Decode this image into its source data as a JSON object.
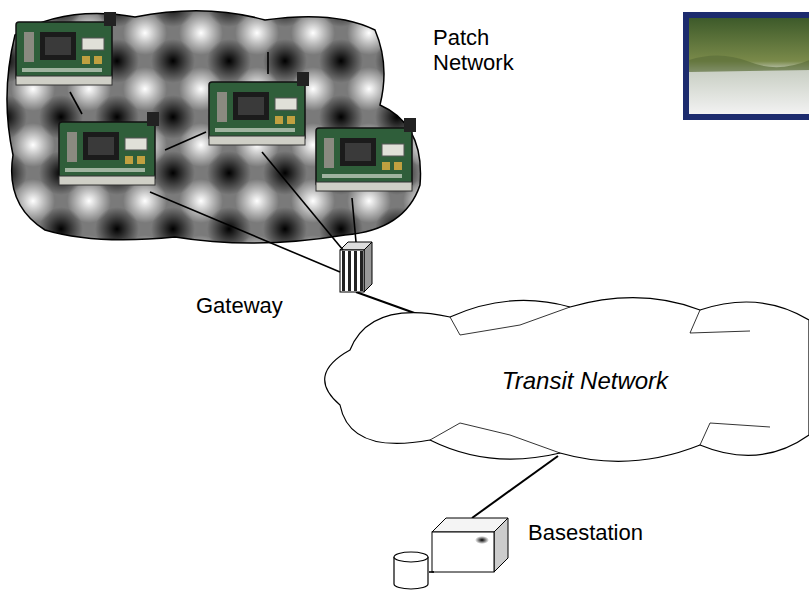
{
  "diagram": {
    "nodes": [
      {
        "text": [
          "Patch Network"
        ]
      },
      {
        "text": [
          "Gateway"
        ]
      },
      {
        "text": [
          "Transit Network"
        ]
      },
      {
        "text": [
          "Basestation"
        ]
      }
    ],
    "edges": [
      {
        "from": 1,
        "to": 2,
        "arrow": "none"
      },
      {
        "from": 2,
        "to": 3,
        "arrow": "none"
      }
    ]
  }
}
